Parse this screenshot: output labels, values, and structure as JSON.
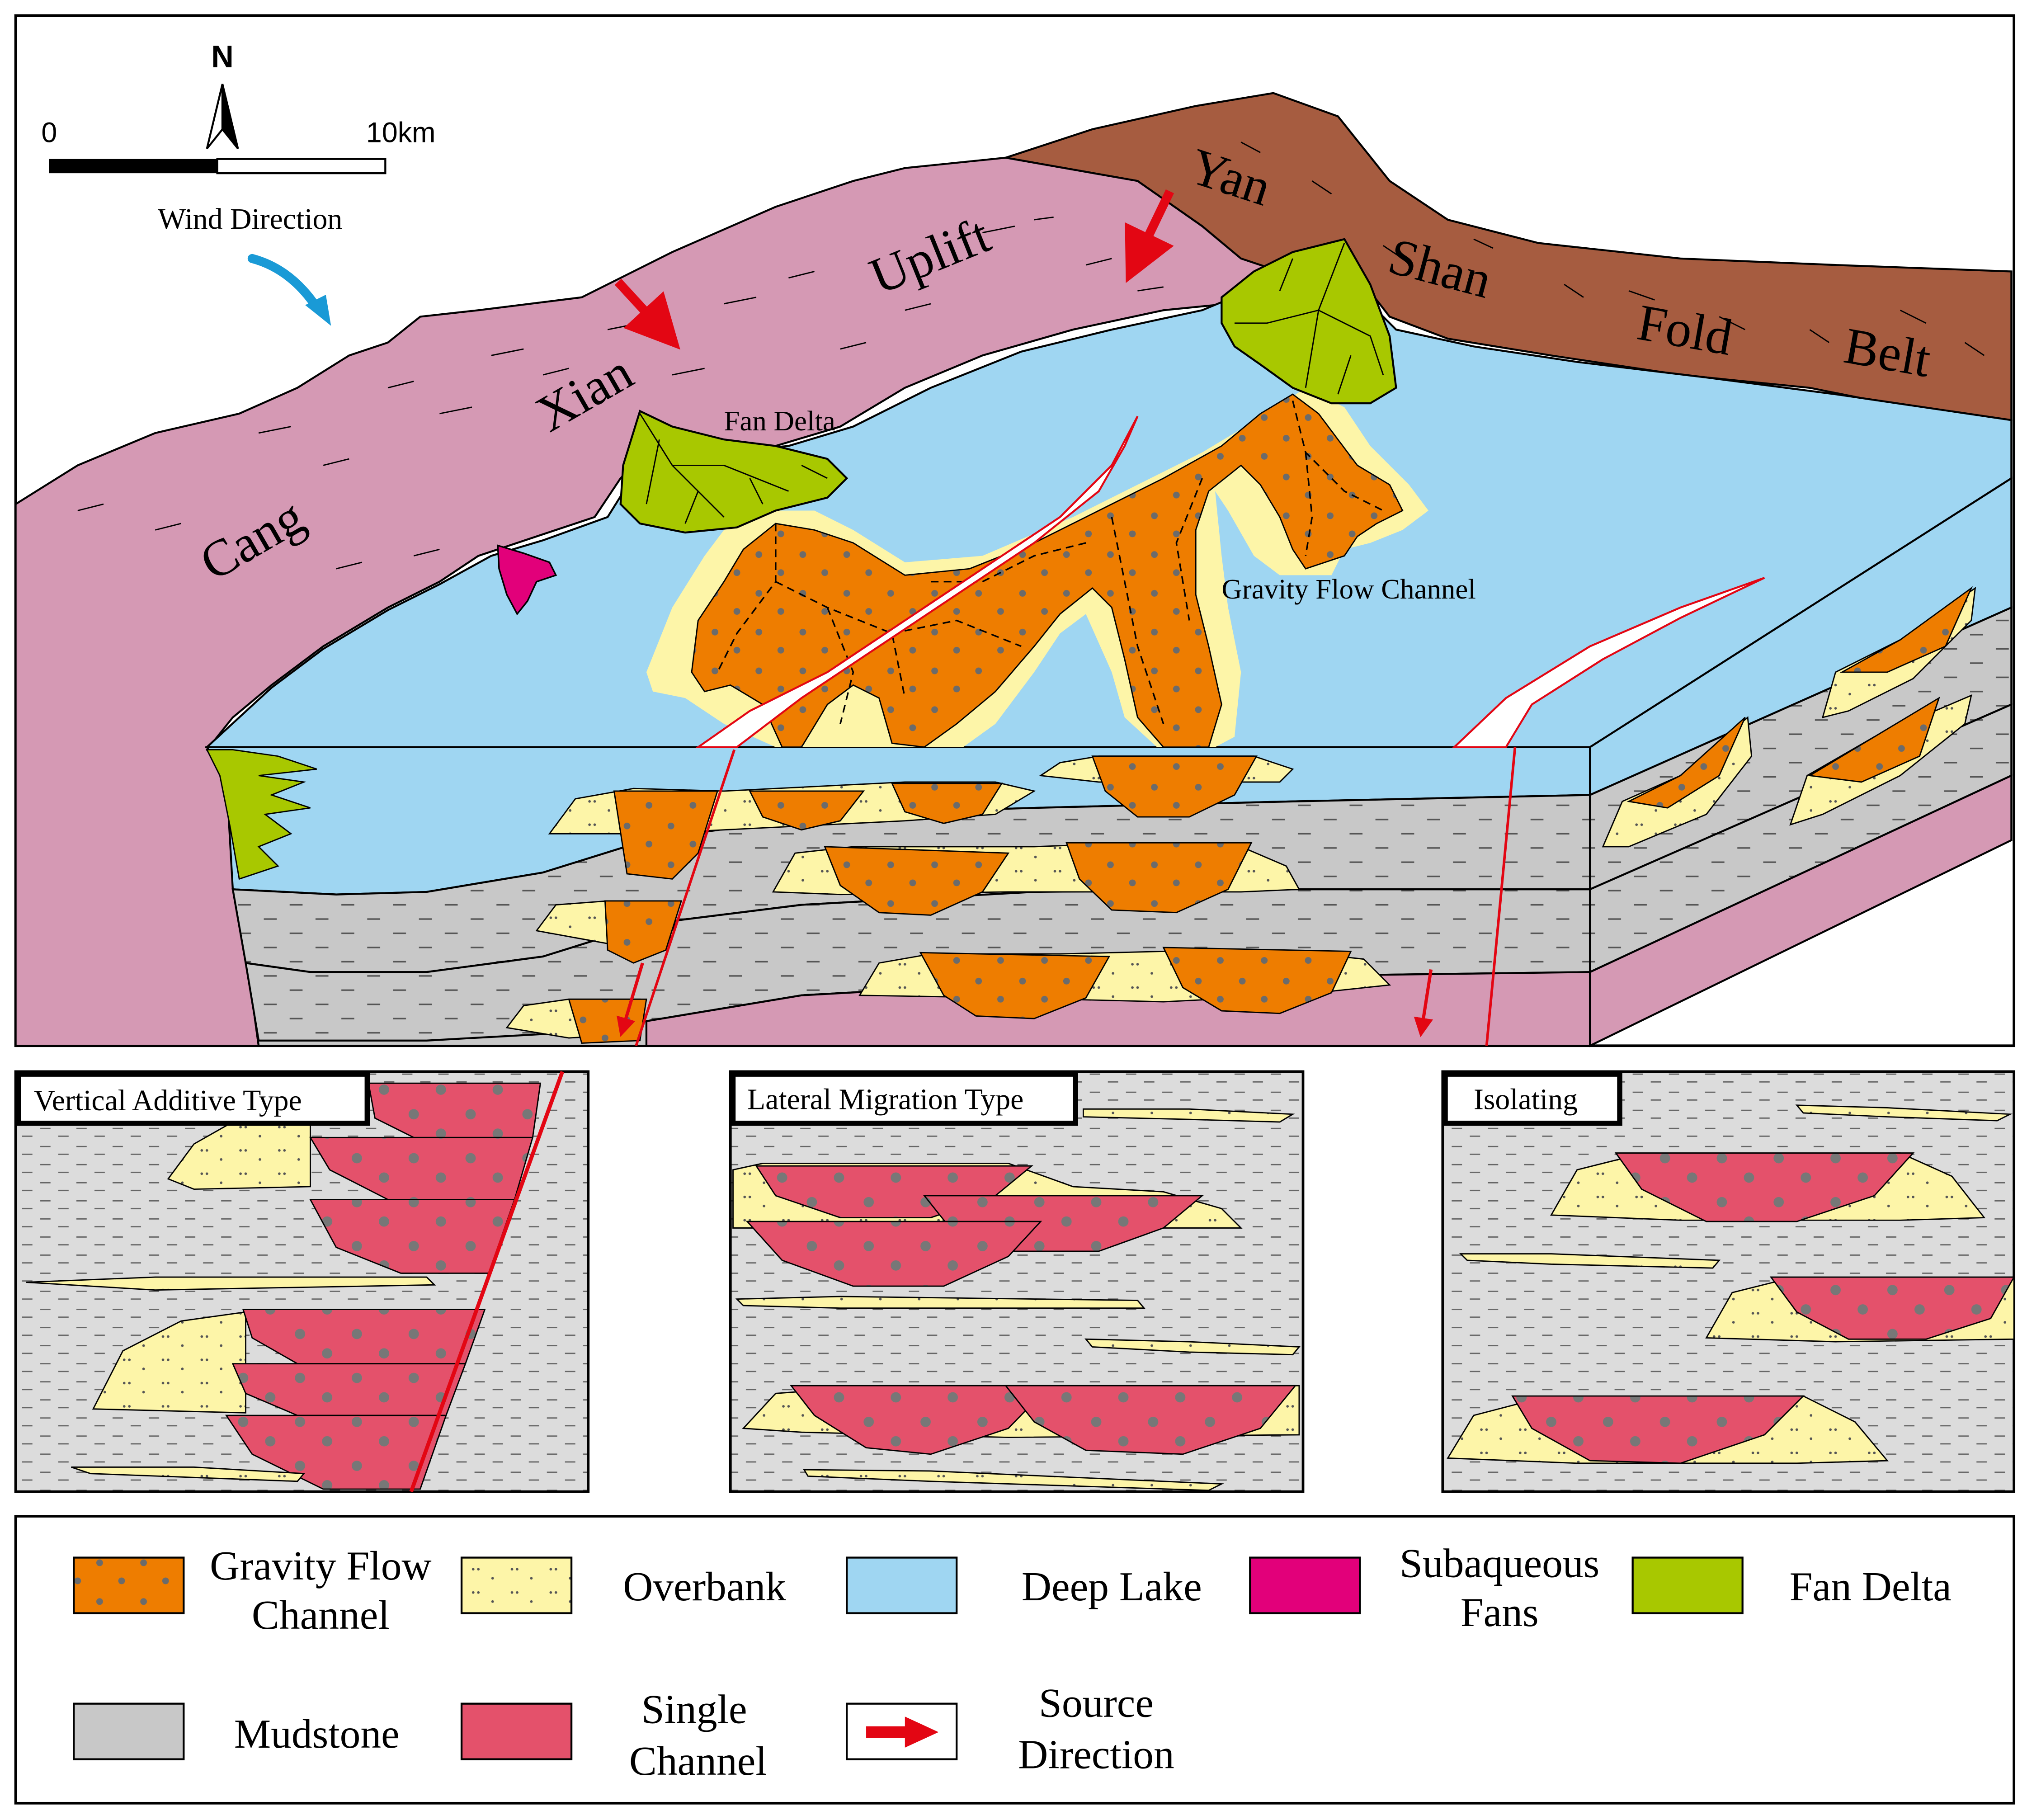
{
  "colors": {
    "gravity_flow_channel": "#ee7d00",
    "overbank": "#fdf5a8",
    "deep_lake": "#9fd6f2",
    "subaqueous_fans": "#e2007a",
    "fan_delta": "#a8c800",
    "mudstone": "#c8c8c8",
    "single_channel": "#e4516b",
    "source_arrow": "#e30613",
    "wind_arrow": "#1a9ad6",
    "uplift": "#d599b4",
    "fold_belt": "#a65c40"
  },
  "scale_bar": {
    "north_label": "N",
    "start_label": "0",
    "end_label": "10km"
  },
  "block_diagram": {
    "wind_label": "Wind Direction",
    "fan_delta_label": "Fan Delta",
    "gravity_flow_channel_label": "Gravity Flow Channel",
    "uplift_words": [
      "Cang",
      "Xian",
      "Uplift"
    ],
    "fold_belt_words": [
      "Yan",
      "Shan",
      "Fold",
      "Belt"
    ]
  },
  "panels": [
    {
      "title": "Vertical Additive Type"
    },
    {
      "title": "Lateral Migration Type"
    },
    {
      "title": "Isolating"
    }
  ],
  "legend": {
    "items": [
      {
        "label_line1": "Gravity Flow",
        "label_line2": "Channel",
        "icon": "gravity-flow-channel-swatch"
      },
      {
        "label_line1": "Overbank",
        "label_line2": "",
        "icon": "overbank-swatch"
      },
      {
        "label_line1": "Deep Lake",
        "label_line2": "",
        "icon": "deep-lake-swatch"
      },
      {
        "label_line1": "Subaqueous",
        "label_line2": "Fans",
        "icon": "subaqueous-fans-swatch"
      },
      {
        "label_line1": "Fan Delta",
        "label_line2": "",
        "icon": "fan-delta-swatch"
      },
      {
        "label_line1": "Mudstone",
        "label_line2": "",
        "icon": "mudstone-swatch"
      },
      {
        "label_line1": "Single",
        "label_line2": "Channel",
        "icon": "single-channel-swatch"
      },
      {
        "label_line1": "Source",
        "label_line2": "Direction",
        "icon": "source-direction-arrow-icon"
      }
    ]
  }
}
